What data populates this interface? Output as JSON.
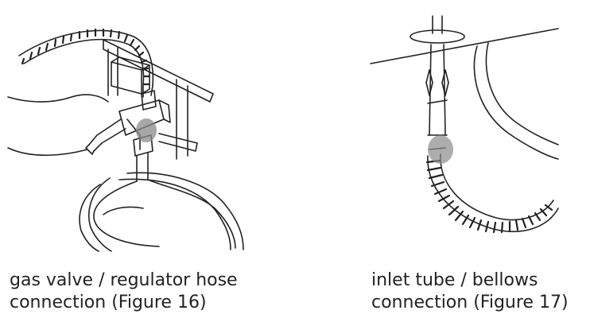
{
  "figures": [
    {
      "caption_line1": "gas valve / regulator hose",
      "caption_line2": "connection (Figure 16)"
    },
    {
      "caption_line1": "inlet tube / bellows",
      "caption_line2": "connection (Figure 17)"
    }
  ],
  "colors": {
    "line": "#222222",
    "highlight": "#8a8a8a"
  }
}
